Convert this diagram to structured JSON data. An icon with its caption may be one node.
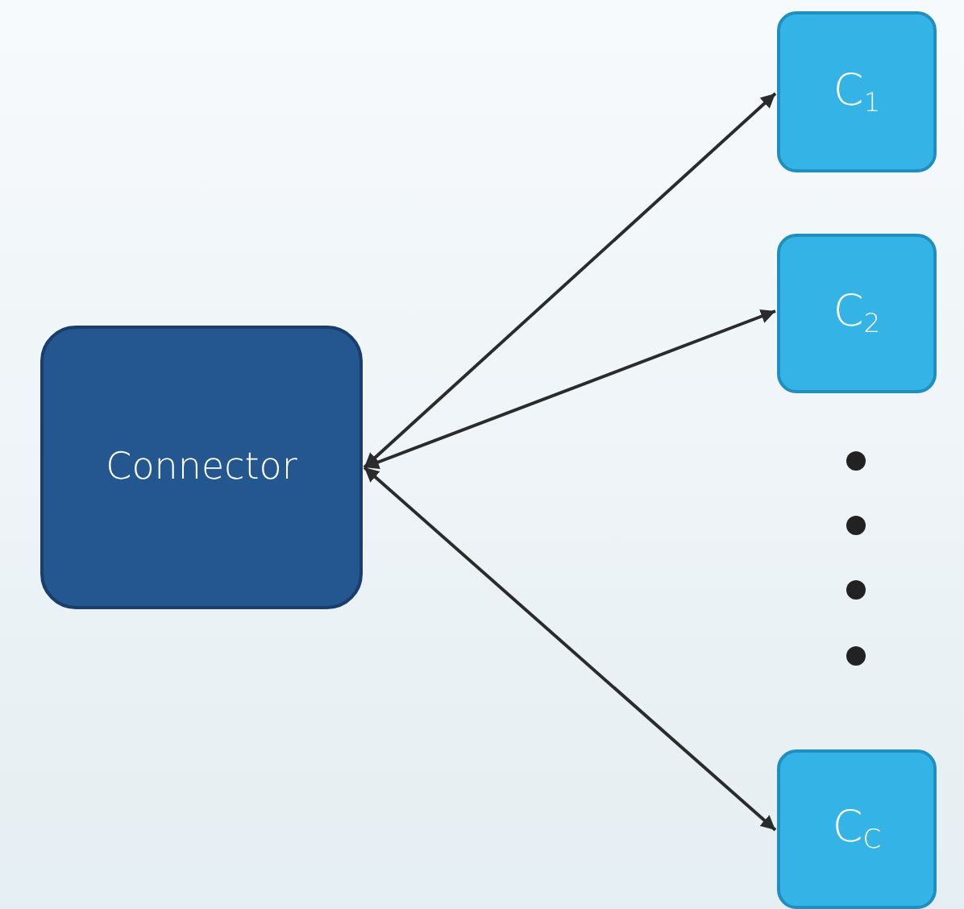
{
  "diagram": {
    "nodes": [
      {
        "text": [
          "Connector"
        ]
      },
      {
        "text": [
          "C$_{1}$"
        ]
      },
      {
        "text": [
          "C$_{2}$"
        ]
      },
      {
        "text": [
          "C$_{C}$"
        ]
      }
    ],
    "edges": [
      {
        "from": 0,
        "to": 1,
        "arrow": "both"
      },
      {
        "from": 0,
        "to": 2,
        "arrow": "both"
      },
      {
        "from": 0,
        "to": 3,
        "arrow": "both"
      }
    ]
  }
}
